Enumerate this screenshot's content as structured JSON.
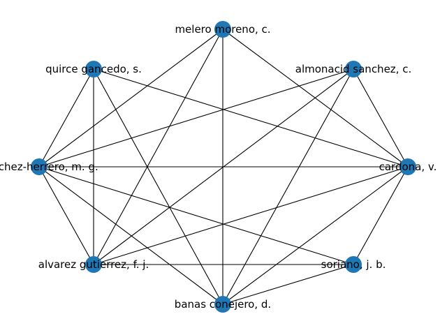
{
  "colors": {
    "node": "#1f77b4",
    "edge": "#000000",
    "background": "#ffffff"
  },
  "graph": {
    "nodes": [
      {
        "id": "melero",
        "label": "melero moreno, c."
      },
      {
        "id": "quirce",
        "label": "quirce gancedo, s."
      },
      {
        "id": "almonacid",
        "label": "almonacid sanchez, c."
      },
      {
        "id": "sanchez",
        "label": "sanchez-herrero, m. g."
      },
      {
        "id": "cardona",
        "label": "cardona, v."
      },
      {
        "id": "alvarez",
        "label": "alvarez gutierrez, f. j."
      },
      {
        "id": "soriano",
        "label": "soriano, j. b."
      },
      {
        "id": "banas",
        "label": "banas conejero, d."
      }
    ],
    "edges": [
      [
        "melero",
        "sanchez"
      ],
      [
        "melero",
        "alvarez"
      ],
      [
        "melero",
        "banas"
      ],
      [
        "melero",
        "cardona"
      ],
      [
        "quirce",
        "sanchez"
      ],
      [
        "quirce",
        "alvarez"
      ],
      [
        "quirce",
        "banas"
      ],
      [
        "quirce",
        "cardona"
      ],
      [
        "almonacid",
        "sanchez"
      ],
      [
        "almonacid",
        "alvarez"
      ],
      [
        "almonacid",
        "banas"
      ],
      [
        "almonacid",
        "cardona"
      ],
      [
        "sanchez",
        "cardona"
      ],
      [
        "sanchez",
        "alvarez"
      ],
      [
        "sanchez",
        "banas"
      ],
      [
        "sanchez",
        "soriano"
      ],
      [
        "cardona",
        "alvarez"
      ],
      [
        "cardona",
        "banas"
      ],
      [
        "cardona",
        "soriano"
      ],
      [
        "alvarez",
        "soriano"
      ],
      [
        "banas",
        "soriano"
      ]
    ]
  }
}
